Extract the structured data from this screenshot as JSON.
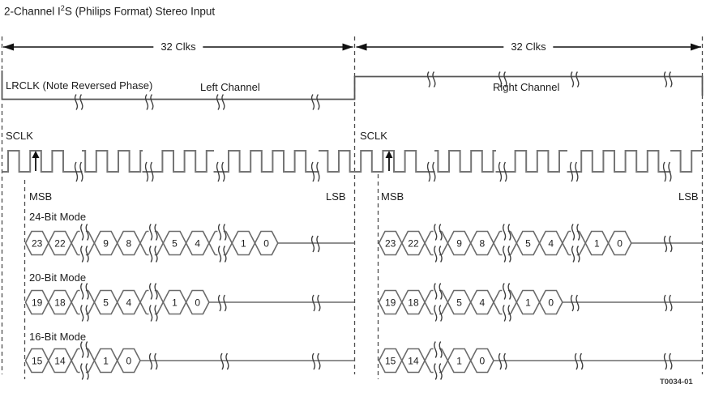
{
  "title": {
    "pre": "2-Channel I",
    "sup": "2",
    "post": "S (Philips Format) Stereo Input"
  },
  "clock_spans": {
    "left": "32 Clks",
    "right": "32 Clks"
  },
  "lrclk": {
    "label": "LRCLK (Note Reversed Phase)",
    "left_channel": "Left Channel",
    "right_channel": "Right Channel"
  },
  "sclk": {
    "left_label": "SCLK",
    "right_label": "SCLK"
  },
  "bit_markers": {
    "msb_left": "MSB",
    "lsb_left": "LSB",
    "msb_right": "MSB",
    "lsb_right": "LSB"
  },
  "modes": [
    {
      "label": "24-Bit Mode",
      "bit_groups": [
        [
          "23",
          "22"
        ],
        [
          "9",
          "8"
        ],
        [
          "5",
          "4"
        ],
        [
          "1",
          "0"
        ]
      ]
    },
    {
      "label": "20-Bit Mode",
      "bit_groups": [
        [
          "19",
          "18"
        ],
        [
          "5",
          "4"
        ],
        [
          "1",
          "0"
        ]
      ]
    },
    {
      "label": "16-Bit Mode",
      "bit_groups": [
        [
          "15",
          "14"
        ],
        [
          "1",
          "0"
        ]
      ]
    }
  ],
  "figure_code": "T0034-01",
  "colors": {
    "text": "#1c1c1c",
    "lrclk": "#565656",
    "sclk": "#757575",
    "hex": "#6b6b6b",
    "dashed": "#4d4d4d",
    "arrow": "#111111",
    "squiggle": "#3d3d3d"
  }
}
